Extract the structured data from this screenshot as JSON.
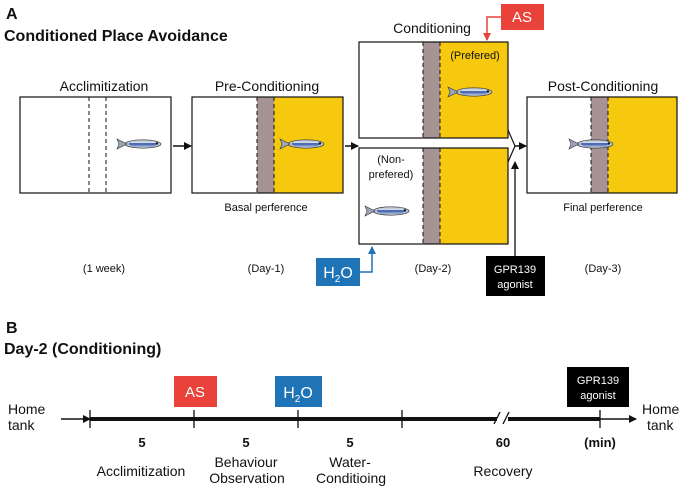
{
  "panel_a": {
    "letter": "A",
    "title": "Conditioned Place Avoidance",
    "stages": {
      "acclimitization": {
        "label": "Acclimitization",
        "day": "(1 week)"
      },
      "pre_conditioning": {
        "label": "Pre-Conditioning",
        "caption": "Basal perference",
        "day": "(Day-1)"
      },
      "conditioning": {
        "label": "Conditioning",
        "top_tag": "(Prefered)",
        "bottom_tag_line1": "(Non-",
        "bottom_tag_line2": "prefered)",
        "day": "(Day-2)"
      },
      "post_conditioning": {
        "label": "Post-Conditioning",
        "caption": "Final perference",
        "day": "(Day-3)"
      }
    },
    "as_box": "AS",
    "h2o_main": "H",
    "h2o_sub": "2",
    "h2o_tail": "O",
    "gpr_line1": "GPR139",
    "gpr_line2": "agonist"
  },
  "panel_b": {
    "letter": "B",
    "title": "Day-2 (Conditioning)",
    "home_start_1": "Home",
    "home_start_2": "tank",
    "home_end_1": "Home",
    "home_end_2": "tank",
    "as_box": "AS",
    "h2o_main": "H",
    "h2o_sub": "2",
    "h2o_tail": "O",
    "gpr_line1": "GPR139",
    "gpr_line2": "agonist",
    "durations": [
      "5",
      "5",
      "5",
      "60",
      "(min)"
    ],
    "phase_acclim": "Acclimitization",
    "phase_behav_1": "Behaviour",
    "phase_behav_2": "Observation",
    "phase_water_1": "Water-",
    "phase_water_2": "Conditioing",
    "phase_recovery": "Recovery"
  },
  "colors": {
    "yellow": "#f6c90e",
    "divider": "#a89394",
    "as_red": "#e8423a",
    "h2o_blue": "#1f74b8",
    "black": "#000000"
  }
}
